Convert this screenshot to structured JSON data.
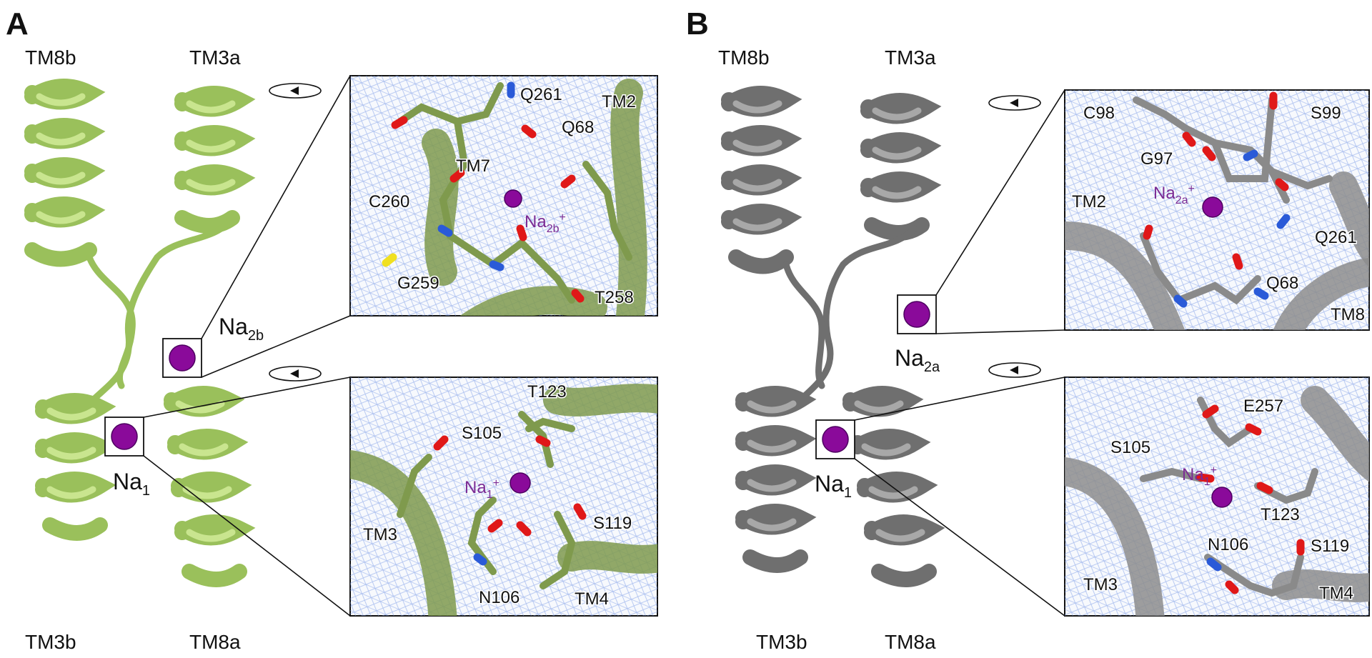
{
  "panels": {
    "A": {
      "letter": "A",
      "helix_labels": {
        "tm8b": "TM8b",
        "tm3a": "TM3a",
        "tm3b": "TM3b",
        "tm8a": "TM8a"
      },
      "sites": {
        "na2": {
          "main": "Na",
          "sub": "2b"
        },
        "na1": {
          "main": "Na",
          "sub": "1"
        }
      },
      "top_inset": {
        "residues": [
          "Q261",
          "TM2",
          "Q68",
          "TM7",
          "C260",
          "G259",
          "T258"
        ],
        "ion": {
          "main": "Na",
          "sub": "2b",
          "sup": "+"
        }
      },
      "bottom_inset": {
        "residues": [
          "T123",
          "S105",
          "S119",
          "TM3",
          "N106",
          "TM4"
        ],
        "ion": {
          "main": "Na",
          "sub": "1",
          "sup": "+"
        }
      }
    },
    "B": {
      "letter": "B",
      "helix_labels": {
        "tm8b": "TM8b",
        "tm3a": "TM3a",
        "tm3b": "TM3b",
        "tm8a": "TM8a"
      },
      "sites": {
        "na2": {
          "main": "Na",
          "sub": "2a"
        },
        "na1": {
          "main": "Na",
          "sub": "1"
        }
      },
      "top_inset": {
        "residues": [
          "C98",
          "S99",
          "G97",
          "TM2",
          "Q261",
          "Q68",
          "TM8"
        ],
        "ion": {
          "main": "Na",
          "sub": "2a",
          "sup": "+"
        }
      },
      "bottom_inset": {
        "residues": [
          "E257",
          "S105",
          "T123",
          "N106",
          "S119",
          "TM3",
          "TM4"
        ],
        "ion": {
          "main": "Na",
          "sub": "1",
          "sup": "+"
        }
      }
    }
  },
  "colors": {
    "panel_A_protein": "#9ac05b",
    "panel_B_protein": "#6f6f6f",
    "sodium_ion": "#8a0a9a",
    "oxygen": "#e01818",
    "nitrogen": "#2a5ad8",
    "sulfur": "#f0e020",
    "density_mesh": "#6d8fe0"
  }
}
